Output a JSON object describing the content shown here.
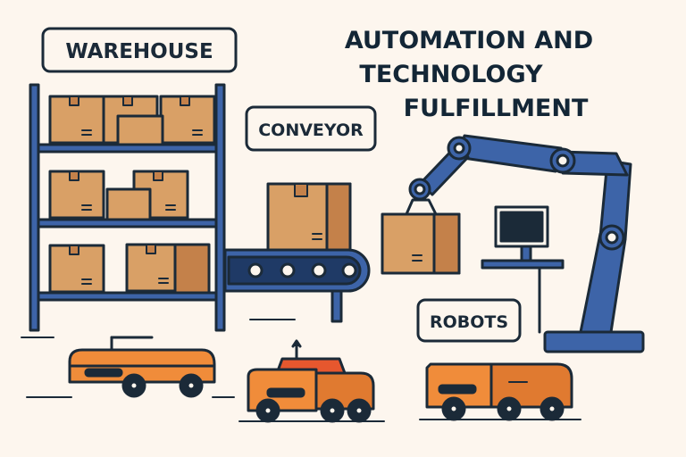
{
  "title": {
    "line1": "AUTOMATION AND",
    "line2": "TECHNOLOGY",
    "line3": "FULFILLMENT"
  },
  "labels": {
    "warehouse": "WAREHOUSE",
    "conveyor": "CONVEYOR",
    "robots": "ROBOTS"
  },
  "colors": {
    "background": "#fdf6ee",
    "navy": "#1b2a38",
    "steel_blue": "#3d64a8",
    "cardboard": "#d9a066",
    "cardboard_dark": "#c4814a",
    "orange": "#f08c3a"
  }
}
